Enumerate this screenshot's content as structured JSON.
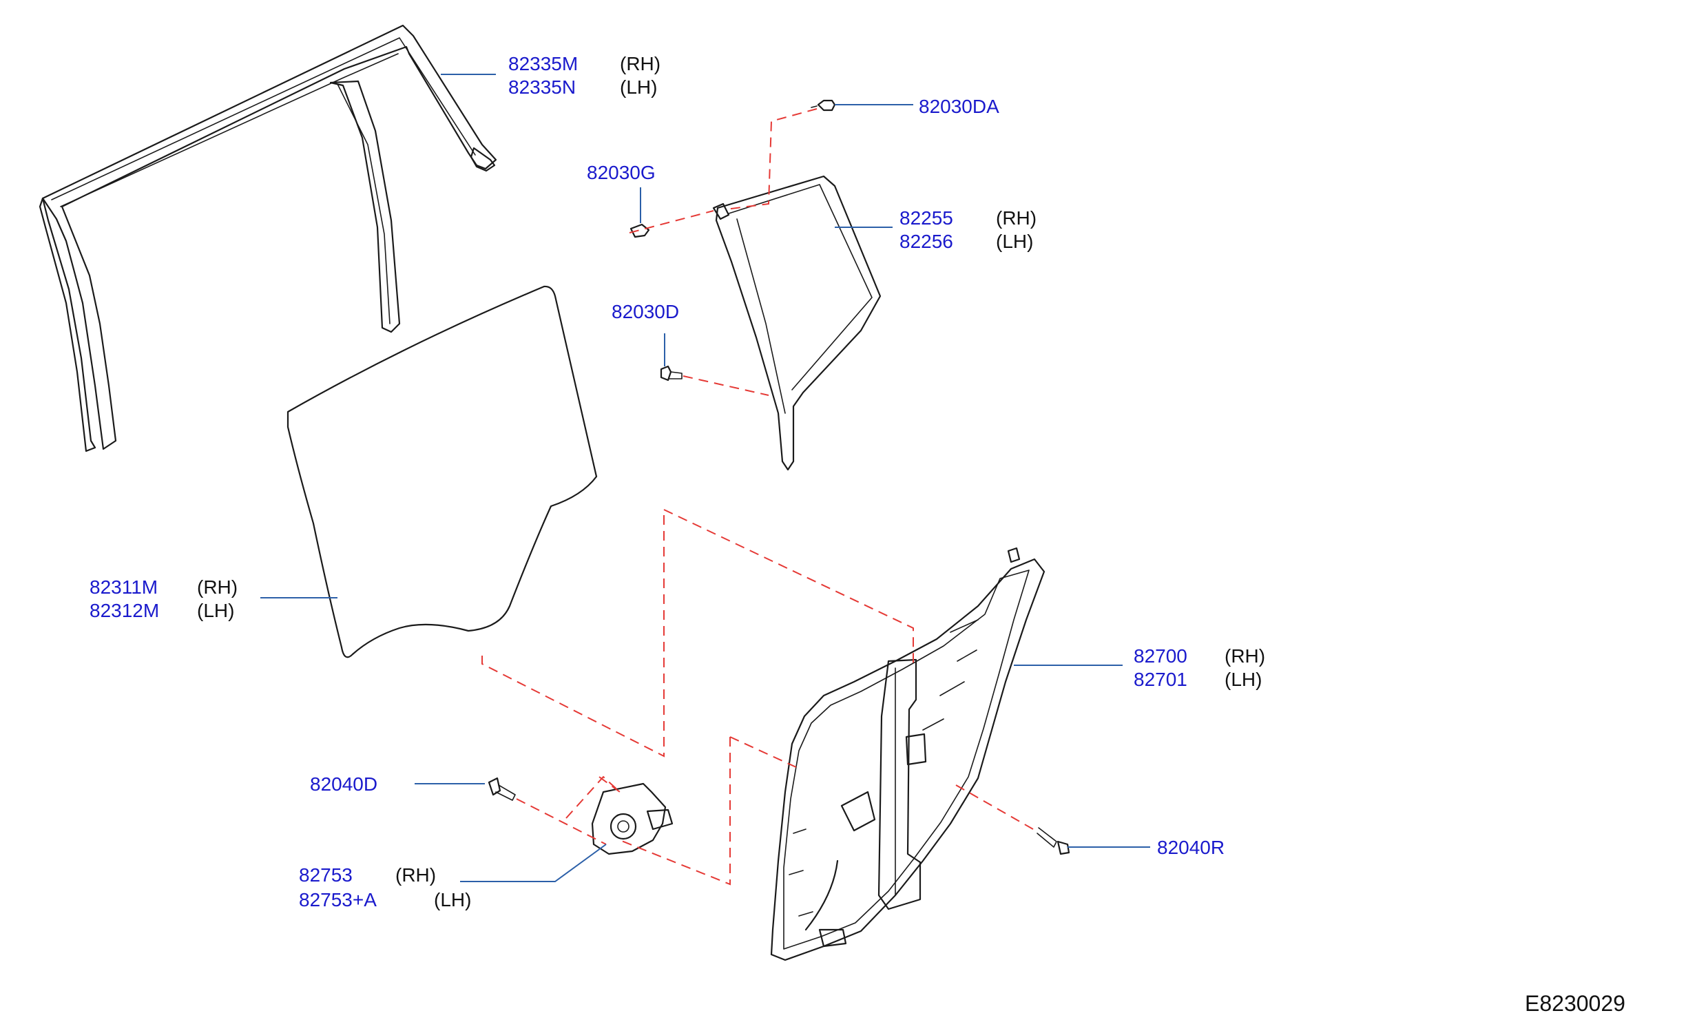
{
  "labels": {
    "run_channel_rh": "82335M",
    "run_channel_lh": "82335N",
    "screw_da": "82030DA",
    "grommet_g": "82030G",
    "sash_rh": "82255",
    "sash_lh": "82256",
    "screw_d": "82030D",
    "glass_rh": "82311M",
    "glass_lh": "82312M",
    "regulator_rh": "82700",
    "regulator_lh": "82701",
    "bolt_d": "82040D",
    "motor_rh": "82753",
    "motor_lh": "82753+A",
    "bolt_r": "82040R"
  },
  "sides": {
    "rh": "(RH)",
    "lh": "(LH)"
  },
  "diagram_code": "E8230029",
  "colors": {
    "part_number": "#1a1acc",
    "leader": "#2b5fa8",
    "dashed_link": "#e53935",
    "line_art": "#1a1a1a"
  }
}
